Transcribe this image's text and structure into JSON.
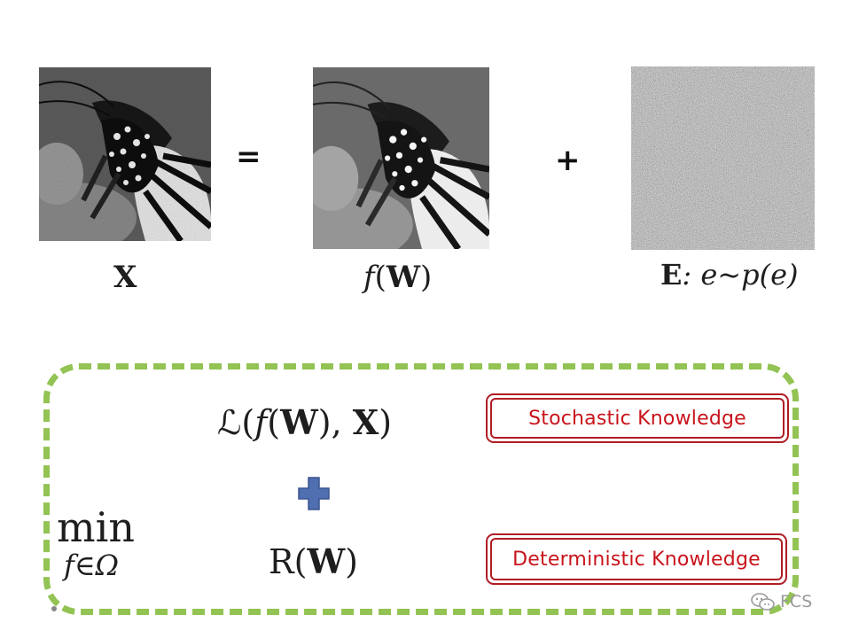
{
  "top_row": {
    "equals": "=",
    "plus": "+",
    "label_x": "X",
    "label_fw_f": "f",
    "label_fw_open": "(",
    "label_fw_w": "W",
    "label_fw_close": ")",
    "label_e_bold": "E",
    "label_e_rest": ":  e~p(e)"
  },
  "bottom_box": {
    "loss_prefix": "ℒ(",
    "loss_f": "f",
    "loss_open": "(",
    "loss_w": "W",
    "loss_mid": "), ",
    "loss_x": "X",
    "loss_close": ")",
    "reg_prefix": "R(",
    "reg_w": "W",
    "reg_close": ")",
    "min_word": "min",
    "min_sub": "f∈Ω",
    "stochastic_label": "Stochastic Knowledge",
    "deterministic_label": "Deterministic Knowledge"
  },
  "watermark": {
    "text": "FCS",
    "icon": "wechat-icon"
  },
  "colors": {
    "dashed_border": "#92c353",
    "knowledge_red": "#c8141c",
    "plus_blue": "#4f6fb0"
  }
}
